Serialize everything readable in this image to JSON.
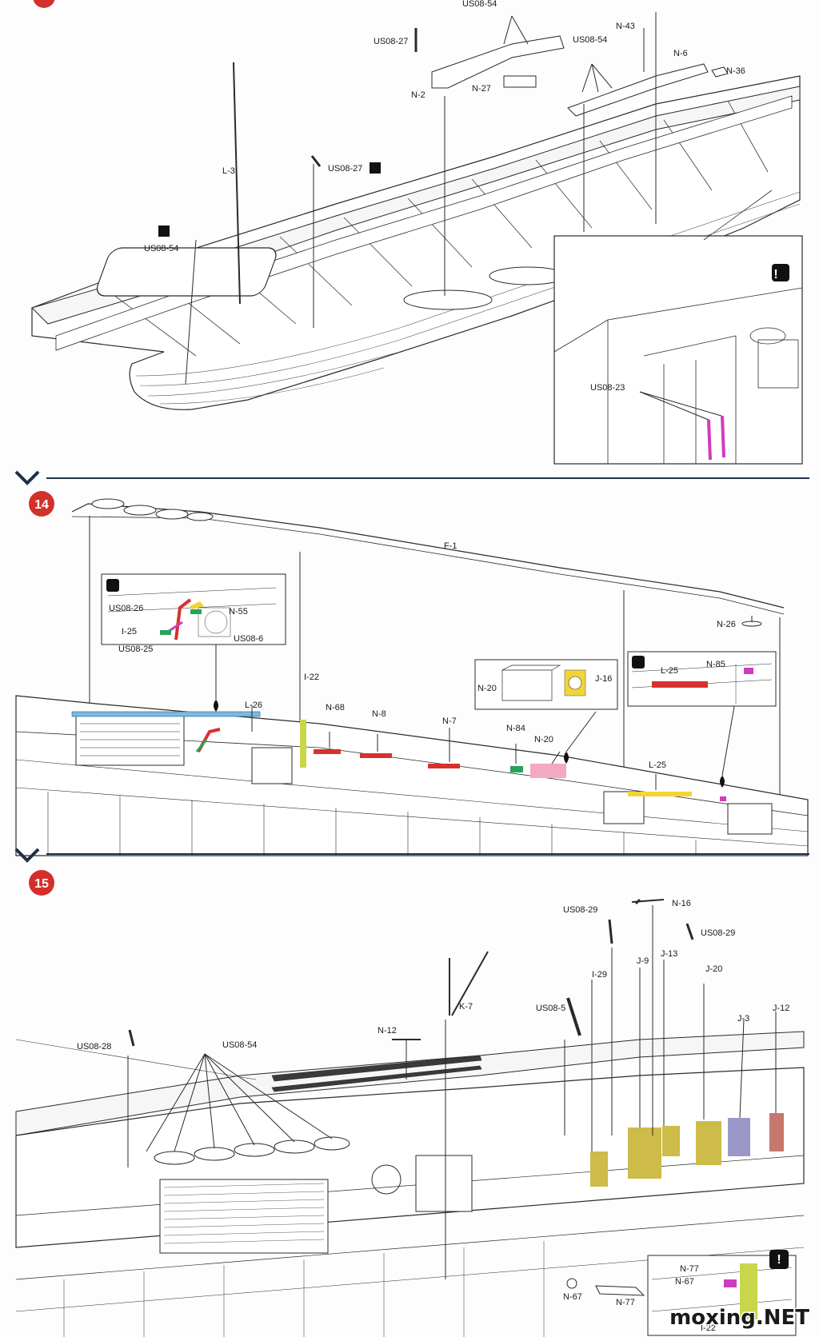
{
  "colors": {
    "step_badge": "#d3302c",
    "divider": "#1f2f4a",
    "line": "#2a2a2a",
    "magenta": "#d13bc0",
    "red": "#d8302f",
    "blue": "#7fb8df",
    "yellow": "#f2d534",
    "green": "#27a35a",
    "pink": "#f4a8c4",
    "olive": "#cdbb4a",
    "lavender": "#9a98c8",
    "brick": "#c7776e",
    "lime": "#c8d64a"
  },
  "steps": [
    {
      "number": "14"
    },
    {
      "number": "15"
    }
  ],
  "icons": {
    "notice": "!",
    "flip": "flip-part-icon"
  },
  "section13": {
    "labels": [
      "US08-54",
      "N-43",
      "US08-27",
      "US08-54",
      "N-6",
      "N-36",
      "N-2",
      "N-27",
      "L-3",
      "US08-27",
      "US08-54",
      "US08-23"
    ]
  },
  "section14": {
    "labels": [
      "F-1",
      "US08-26",
      "N-55",
      "I-25",
      "US08-6",
      "US08-25",
      "I-22",
      "L-26",
      "N-68",
      "N-8",
      "N-7",
      "N-84",
      "N-20",
      "N-20",
      "J-16",
      "L-25",
      "N-85",
      "L-25",
      "N-26"
    ]
  },
  "section15": {
    "labels": [
      "US08-29",
      "N-16",
      "US08-29",
      "J-9",
      "J-13",
      "J-20",
      "I-29",
      "K-7",
      "US08-5",
      "J-3",
      "J-12",
      "N-12",
      "US08-28",
      "US08-54",
      "N-67",
      "N-77",
      "N-77",
      "N-67",
      "I-22"
    ]
  },
  "watermark": "moxing.NET"
}
